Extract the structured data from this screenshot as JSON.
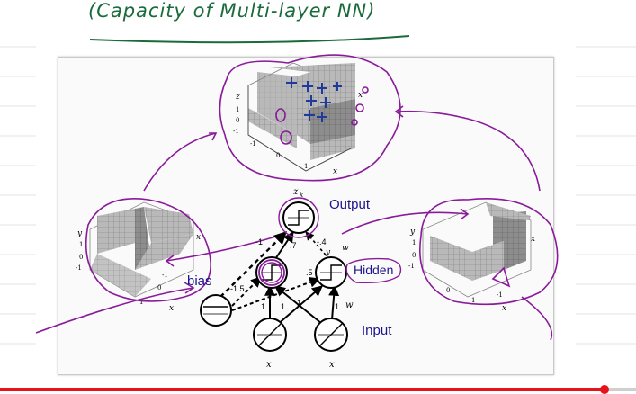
{
  "title": "(Capacity of Multi-layer NN)",
  "figure": {
    "output_label": "Output",
    "hidden_label": "Hidden",
    "input_label": "Input",
    "bias_label": "bias",
    "node_labels": {
      "zk": "z",
      "zk_sub": "k",
      "yj": "y",
      "wkj": "w",
      "wji": "w",
      "x1": "x",
      "x2": "x"
    },
    "weights": {
      "a": "-1",
      "b": ".7",
      "c": "-.4",
      "d": ".5",
      "e": "-1.5",
      "f": "1",
      "g": "1",
      "h": "1",
      "i": "1"
    },
    "plot_axes": {
      "z": "z",
      "y1": "y",
      "y2": "y",
      "x1": "x",
      "x2": "x"
    },
    "ticks": {
      "one": "1",
      "zero": "0",
      "minus_one": "-1"
    }
  },
  "video": {
    "progress_fraction": 0.95
  },
  "colors": {
    "title_green": "#1a6b3c",
    "label_blue": "#1c148c",
    "annotation_purple": "#8a1a9b",
    "plus_blue": "#1f3a9b",
    "progress_red": "#e8121a"
  }
}
